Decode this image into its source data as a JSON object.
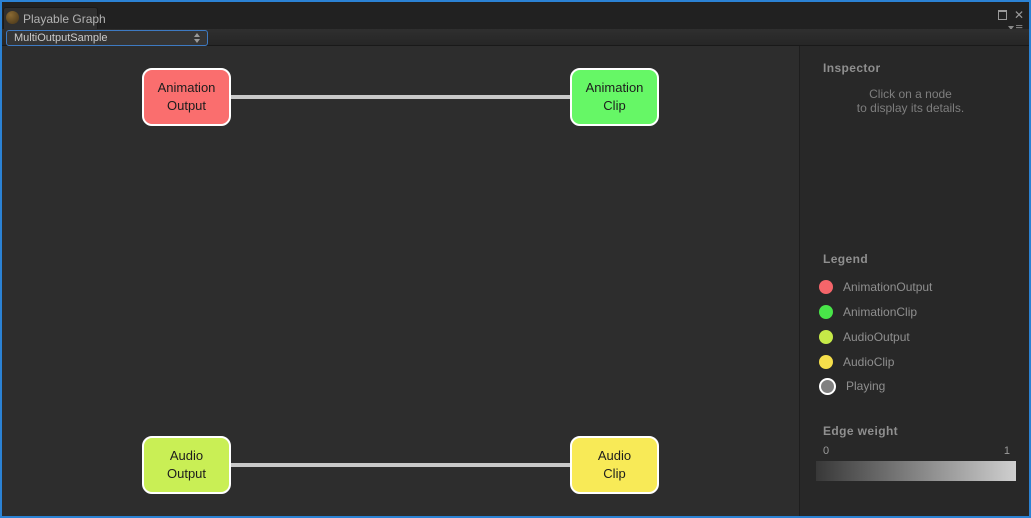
{
  "window": {
    "tab_title": "Playable Graph",
    "controls": {
      "maximize_icon": "maximize",
      "close_glyph": "✕",
      "menu_glyph": "≡"
    }
  },
  "toolbar": {
    "graph_selector": {
      "value": "MultiOutputSample"
    }
  },
  "graph": {
    "nodes": [
      {
        "id": "animation-output",
        "line1": "Animation",
        "line2": "Output",
        "color": "#fa6e6e"
      },
      {
        "id": "animation-clip",
        "line1": "Animation",
        "line2": "Clip",
        "color": "#66f766"
      },
      {
        "id": "audio-output",
        "line1": "Audio",
        "line2": "Output",
        "color": "#c9ef55"
      },
      {
        "id": "audio-clip",
        "line1": "Audio",
        "line2": "Clip",
        "color": "#f8ea57"
      }
    ],
    "edges": [
      {
        "from": "animation-output",
        "to": "animation-clip",
        "weight": 1,
        "color": "#c9c9c9"
      },
      {
        "from": "audio-output",
        "to": "audio-clip",
        "weight": 1,
        "color": "#c9c9c9"
      }
    ]
  },
  "inspector": {
    "title": "Inspector",
    "hint_line1": "Click on a node",
    "hint_line2": "to display its details."
  },
  "legend": {
    "title": "Legend",
    "items": [
      {
        "label": "AnimationOutput",
        "color": "#f5656a"
      },
      {
        "label": "AnimationClip",
        "color": "#49e549"
      },
      {
        "label": "AudioOutput",
        "color": "#c6ea48"
      },
      {
        "label": "AudioClip",
        "color": "#f6df4b"
      },
      {
        "label": "Playing",
        "color": "#808080",
        "ring": true
      }
    ]
  },
  "edge_weight": {
    "title": "Edge weight",
    "min": "0",
    "max": "1",
    "gradient_css": "linear-gradient(to right, #383838, #cfcfcf)"
  }
}
